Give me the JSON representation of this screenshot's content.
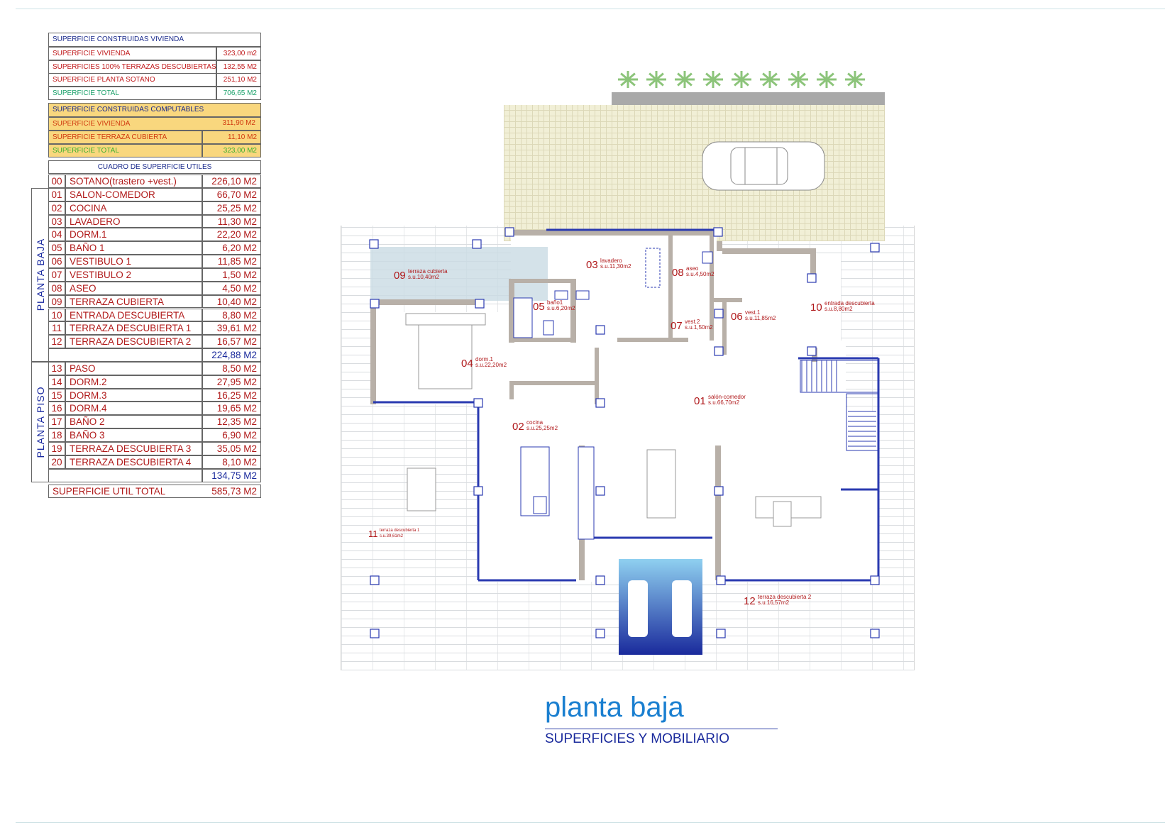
{
  "construidas": {
    "header": "SUPERFICIE CONSTRUIDAS VIVIENDA",
    "rows": [
      {
        "label": "SUPERFICIE VIVIENDA",
        "value": "323,00 m2"
      },
      {
        "label": "SUPERFICIES 100% TERRAZAS DESCUBIERTAS",
        "value": "132,55 M2"
      },
      {
        "label": "SUPERFICIE PLANTA SOTANO",
        "value": "251,10 M2"
      },
      {
        "label": "SUPERFICIE TOTAL",
        "value": "706,65 M2"
      }
    ]
  },
  "computables": {
    "header": "SUPERFICIE CONSTRUIDAS COMPUTABLES",
    "rows": [
      {
        "label": "SUPERFICIE VIVIENDA",
        "value": "311,90 M2"
      },
      {
        "label": "SUPERFICIE TERRAZA CUBIERTA",
        "value": "11,10 M2"
      },
      {
        "label": "SUPERFICIE TOTAL",
        "value": "323,00 M2"
      }
    ]
  },
  "utiles": {
    "header": "CUADRO DE SUPERFICIE UTILES",
    "sotano": {
      "num": "00",
      "name": "SOTANO(trastero +vest.)",
      "value": "226,10 M2"
    },
    "planta_baja": {
      "label": "PLANTA  BAJA",
      "rows": [
        {
          "num": "01",
          "name": "SALON-COMEDOR",
          "value": "66,70 M2"
        },
        {
          "num": "02",
          "name": "COCINA",
          "value": "25,25 M2"
        },
        {
          "num": "03",
          "name": "LAVADERO",
          "value": "11,30 M2"
        },
        {
          "num": "04",
          "name": "DORM.1",
          "value": "22,20 M2"
        },
        {
          "num": "05",
          "name": "BAÑO 1",
          "value": "6,20 M2"
        },
        {
          "num": "06",
          "name": "VESTIBULO 1",
          "value": "11,85 M2"
        },
        {
          "num": "07",
          "name": "VESTIBULO 2",
          "value": "1,50 M2"
        },
        {
          "num": "08",
          "name": "ASEO",
          "value": "4,50 M2"
        },
        {
          "num": "09",
          "name": "TERRAZA CUBIERTA",
          "value": "10,40 M2"
        },
        {
          "num": "10",
          "name": "ENTRADA DESCUBIERTA",
          "value": "8,80 M2"
        },
        {
          "num": "11",
          "name": "TERRAZA DESCUBIERTA 1",
          "value": "39,61 M2"
        },
        {
          "num": "12",
          "name": "TERRAZA DESCUBIERTA 2",
          "value": "16,57 M2"
        }
      ],
      "subtotal": "224,88 M2"
    },
    "planta_piso": {
      "label": "PLANTA  PISO",
      "rows": [
        {
          "num": "13",
          "name": "PASO",
          "value": "8,50 M2"
        },
        {
          "num": "14",
          "name": "DORM.2",
          "value": "27,95 M2"
        },
        {
          "num": "15",
          "name": "DORM.3",
          "value": "16,25 M2"
        },
        {
          "num": "16",
          "name": "DORM.4",
          "value": "19,65 M2"
        },
        {
          "num": "17",
          "name": "BAÑO 2",
          "value": "12,35 M2"
        },
        {
          "num": "18",
          "name": "BAÑO 3",
          "value": "6,90 M2"
        },
        {
          "num": "19",
          "name": "TERRAZA DESCUBIERTA 3",
          "value": "35,05 M2"
        },
        {
          "num": "20",
          "name": "TERRAZA DESCUBIERTA 4",
          "value": "8,10 M2"
        }
      ],
      "subtotal": "134,75 M2"
    },
    "total": {
      "label": "SUPERFICIE UTIL TOTAL",
      "value": "585,73 M2"
    }
  },
  "rooms": [
    {
      "num": "09",
      "name": "terraza cubierta",
      "area": "s.u.10,40m2"
    },
    {
      "num": "03",
      "name": "lavadero",
      "area": "s.u.11,30m2"
    },
    {
      "num": "08",
      "name": "aseo",
      "area": "s.u.4,50m2"
    },
    {
      "num": "05",
      "name": "baño1",
      "area": "s.u.6,20m2"
    },
    {
      "num": "07",
      "name": "vest.2",
      "area": "s.u.1,50m2"
    },
    {
      "num": "06",
      "name": "vest.1",
      "area": "s.u.11,85m2"
    },
    {
      "num": "10",
      "name": "entrada descubierta",
      "area": "s.u.8,80m2"
    },
    {
      "num": "04",
      "name": "dorm.1",
      "area": "s.u.22,20m2"
    },
    {
      "num": "01",
      "name": "salón-comedor",
      "area": "s.u.66,70m2"
    },
    {
      "num": "02",
      "name": "cocina",
      "area": "s.u.25,25m2"
    },
    {
      "num": "11",
      "name": "terraza descubierta 1",
      "area": "s.u.39,61m2"
    },
    {
      "num": "12",
      "name": "terraza descubierta 2",
      "area": "s.u.16,57m2"
    }
  ],
  "title": {
    "main": "planta baja",
    "sub": "SUPERFICIES Y MOBILIARIO"
  },
  "colors": {
    "wall": "#b8b0a8",
    "window": "#2a3ab0",
    "label": "#b0191b",
    "title": "#1a7fd0",
    "highlight": "#f9d77e"
  }
}
